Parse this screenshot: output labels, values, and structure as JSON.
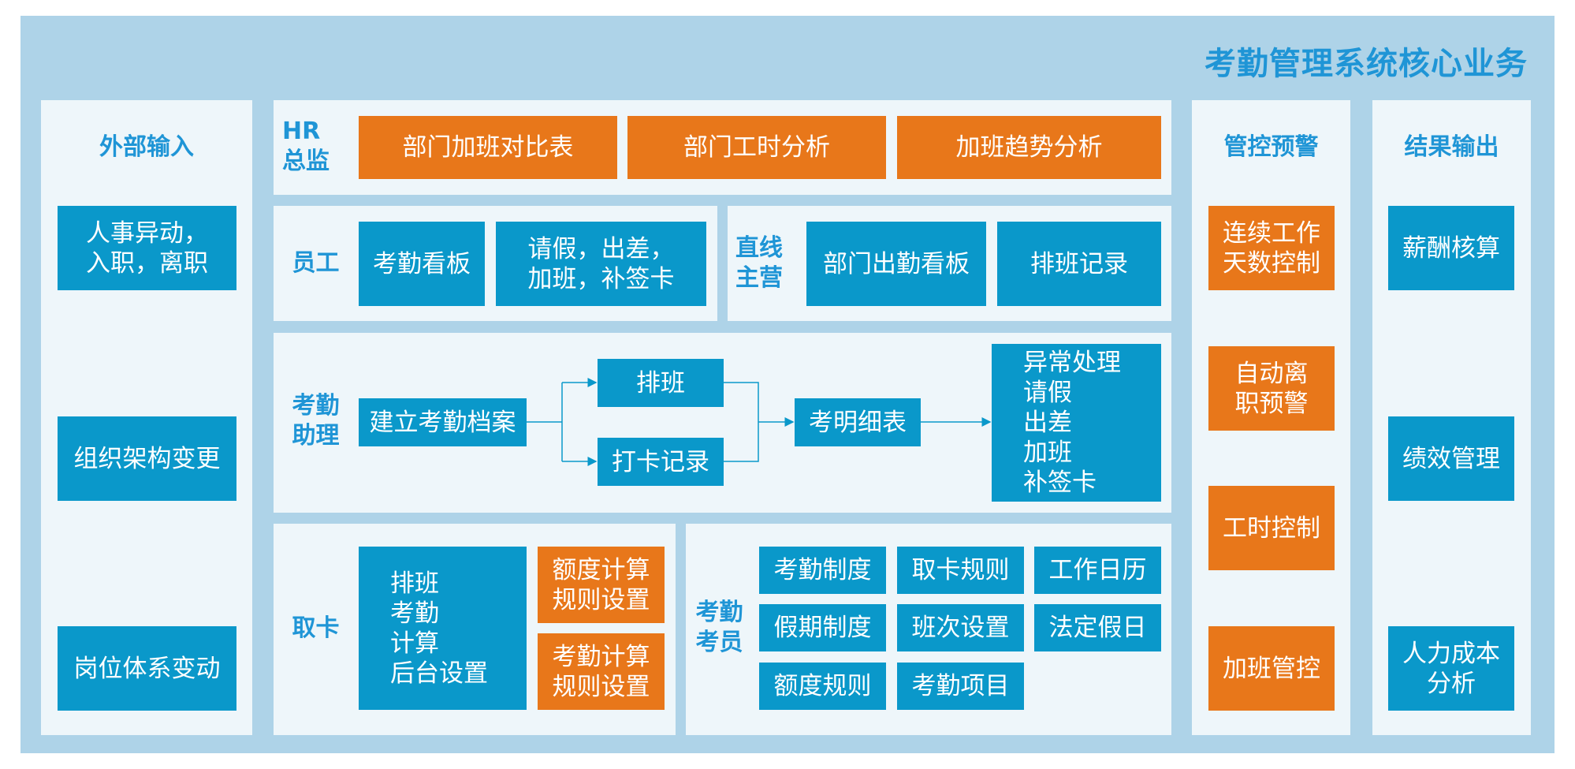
{
  "title": "考勤管理系统核心业务",
  "colors": {
    "frame": "#aed3e8",
    "panel": "#eef6fa",
    "blue": "#0a98ca",
    "orange": "#e8771a",
    "heading": "#1f95d6"
  },
  "external_input": {
    "title": "外部输入",
    "items": [
      "人事异动，\n入职，离职",
      "组织架构变更",
      "岗位体系变动"
    ]
  },
  "hr_director": {
    "label": "HR\n总监",
    "items": [
      "部门加班对比表",
      "部门工时分析",
      "加班趋势分析"
    ]
  },
  "employee": {
    "label": "员工",
    "items": [
      "考勤看板",
      "请假，出差，\n加班，补签卡"
    ]
  },
  "line_manager": {
    "label": "直线\n主营",
    "items": [
      "部门出勤看板",
      "排班记录"
    ]
  },
  "attendance_assistant": {
    "label": "考勤\n助理",
    "create": "建立考勤档案",
    "schedule": "排班",
    "punch": "打卡记录",
    "detail": "考明细表",
    "exceptions": "异常处理\n请假\n出差\n加班\n补签卡"
  },
  "card_fetch": {
    "label": "取卡",
    "backend": "排班\n考勤\n计算\n后台设置",
    "quota": "额度计算\n规则设置",
    "calc": "考勤计算\n规则设置"
  },
  "attendance_officer": {
    "label": "考勤\n考员",
    "items": [
      "考勤制度",
      "取卡规则",
      "工作日历",
      "假期制度",
      "班次设置",
      "法定假日",
      "额度规则",
      "考勤项目"
    ]
  },
  "control_alert": {
    "title": "管控预警",
    "items": [
      "连续工作\n天数控制",
      "自动离\n职预警",
      "工时控制",
      "加班管控"
    ]
  },
  "result_output": {
    "title": "结果输出",
    "items": [
      "薪酬核算",
      "绩效管理",
      "人力成本\n分析"
    ]
  }
}
